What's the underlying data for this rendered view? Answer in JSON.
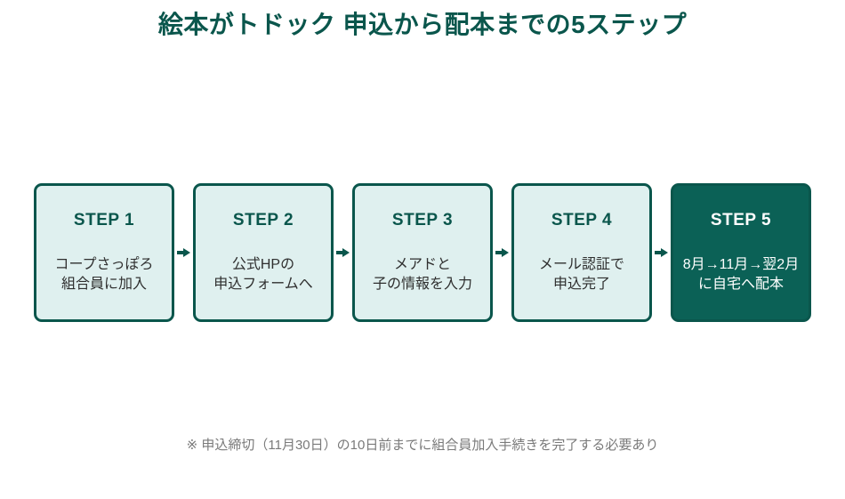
{
  "title": "絵本がトドック 申込から配本までの5ステップ",
  "steps": [
    {
      "label": "STEP 1",
      "line1": "コープさっぽろ",
      "line2": "組合員に加入",
      "highlighted": false
    },
    {
      "label": "STEP 2",
      "line1": "公式HPの",
      "line2": "申込フォームへ",
      "highlighted": false
    },
    {
      "label": "STEP 3",
      "line1": "メアドと",
      "line2": "子の情報を入力",
      "highlighted": false
    },
    {
      "label": "STEP 4",
      "line1": "メール認証で",
      "line2": "申込完了",
      "highlighted": false
    },
    {
      "label": "STEP 5",
      "line1": "8月→11月→翌2月",
      "line2": "に自宅へ配本",
      "highlighted": true
    }
  ],
  "footnote": "※ 申込締切（11月30日）の10日前までに組合員加入手続きを完了する必要あり",
  "colors": {
    "teal_dark": "#0a564c",
    "teal_fill": "#0b6156",
    "box_light": "#dff0ef",
    "body_text": "#2f2f2f",
    "footnote_text": "#7a7a7a"
  }
}
